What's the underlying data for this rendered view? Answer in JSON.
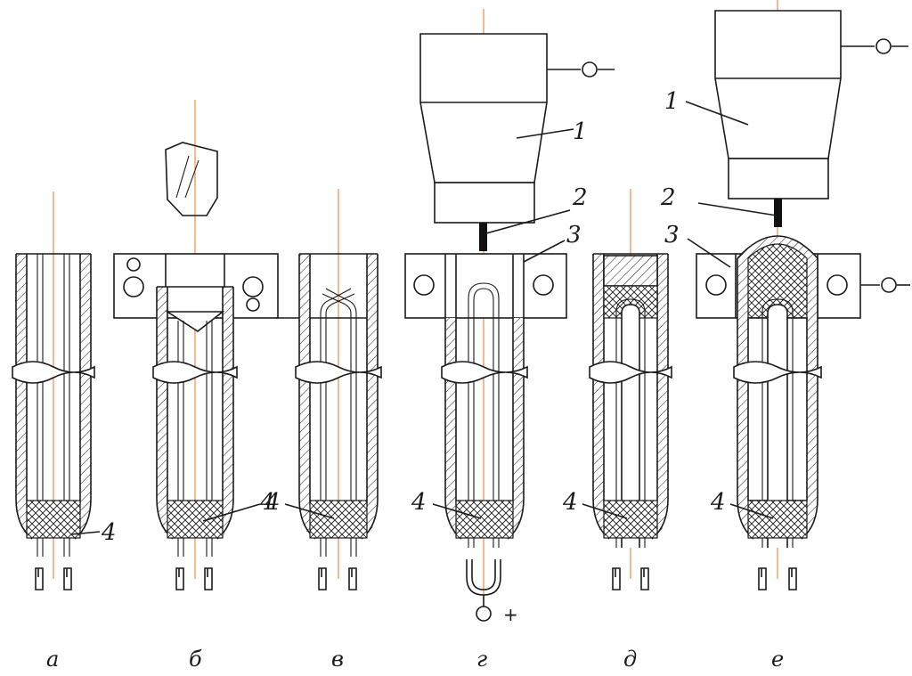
{
  "colors": {
    "line": "#1a1a1a",
    "axis": "#e8731f",
    "background": "#ffffff"
  },
  "captions": {
    "a": "а",
    "b": "б",
    "v": "в",
    "g": "г",
    "d": "д",
    "e": "е"
  },
  "labels": {
    "l1_g": "1",
    "l2_g": "2",
    "l3_g": "3",
    "l4_g": "4",
    "l1_e": "1",
    "l2_e": "2",
    "l3_e": "3",
    "l4_e": "4",
    "l4_a": "4",
    "l4_b": "4",
    "l4_v": "4",
    "l4_d": "4",
    "plus": "+",
    "minus_g": "–",
    "minus_e": "–"
  }
}
